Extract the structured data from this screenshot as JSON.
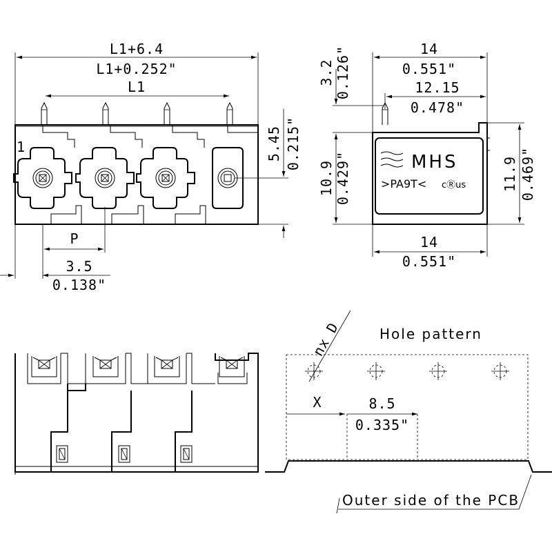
{
  "front_view": {
    "overall_dim_mm": "L1+6.4",
    "overall_dim_in": "L1+0.252\"",
    "pitch_total_dim": "L1",
    "pitch_label": "P",
    "offset_mm": "3.5",
    "offset_in": "0.138\"",
    "height_mm": "5.45",
    "height_in": "0.215\"",
    "pin_one_label": "1"
  },
  "side_view": {
    "width_top_mm": "14",
    "width_top_in": "0.551\"",
    "pin_offset_mm": "12.15",
    "pin_offset_in": "0.478\"",
    "pin_height_mm": "3.2",
    "pin_height_in": "0.126\"",
    "body_height_mm": "10.9",
    "body_height_in": "0.429\"",
    "total_height_mm": "11.9",
    "total_height_in": "0.469\"",
    "width_bottom_mm": "14",
    "width_bottom_in": "0.551\"",
    "brand_text": "MHS",
    "part_text": ">PA9T<",
    "cert_mark": "cⓇus"
  },
  "hole_pattern": {
    "title": "Hole pattern",
    "hole_label": "nx D",
    "x_label": "X",
    "spacing_mm": "8.5",
    "spacing_in": "0.335\"",
    "pcb_note": "Outer side of the PCB"
  }
}
